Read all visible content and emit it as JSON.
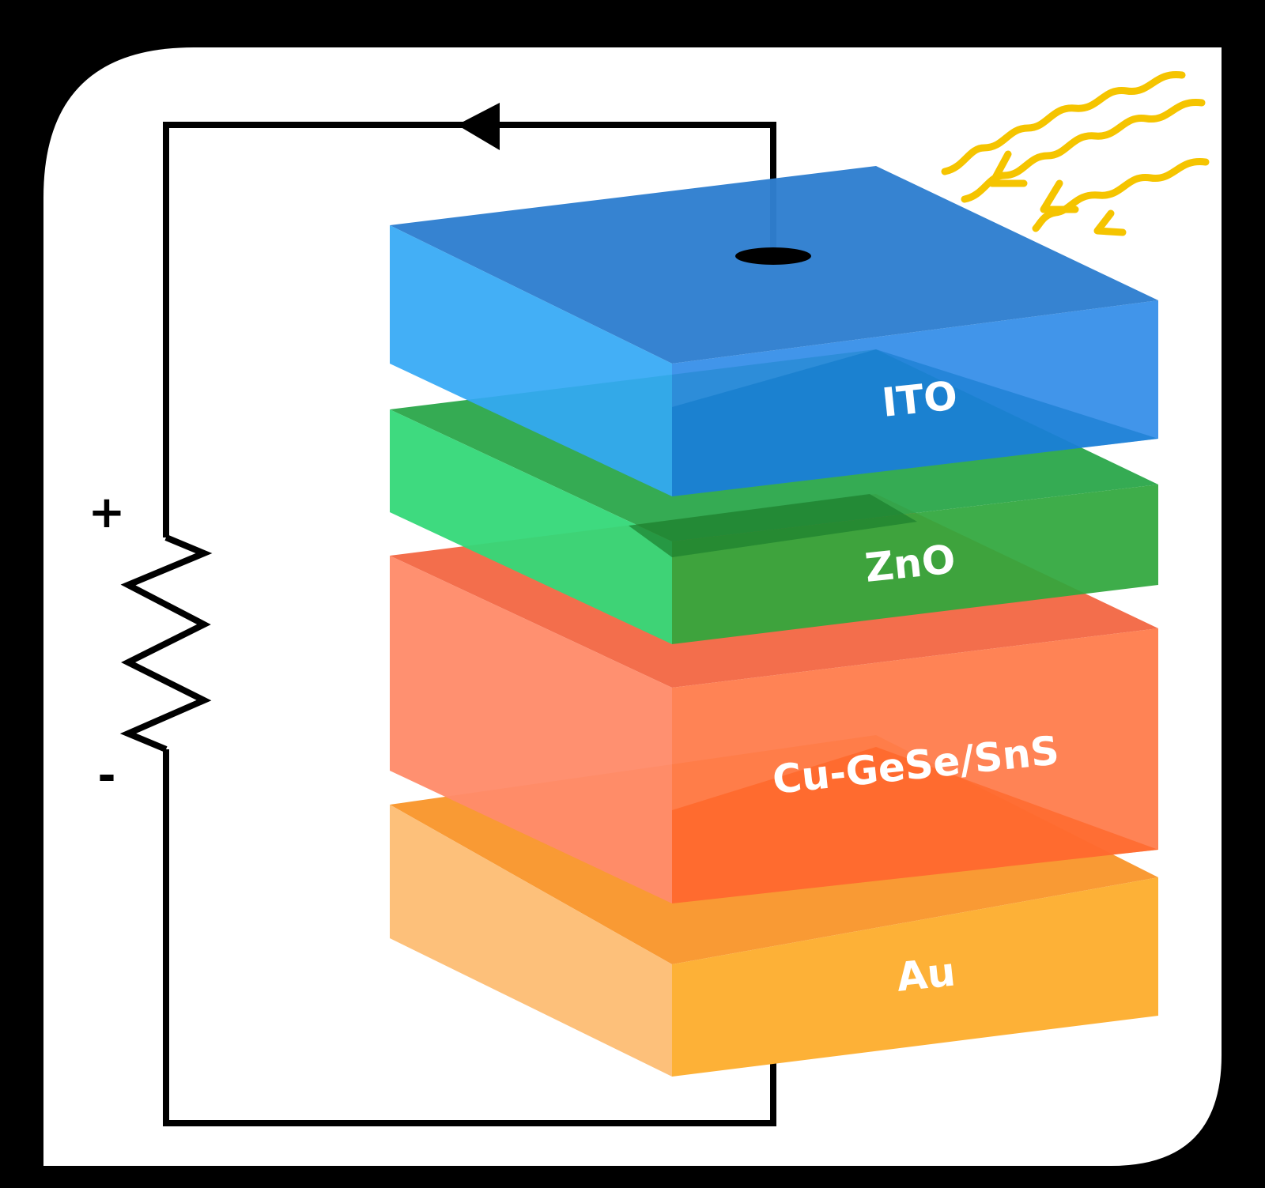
{
  "layers": [
    {
      "id": "ito",
      "label": "ITO",
      "color": "#2f8fe8"
    },
    {
      "id": "zno",
      "label": "ZnO",
      "color": "#34c45a"
    },
    {
      "id": "absorber",
      "label": "Cu-GeSe/SnS",
      "color": "#ff7b4a"
    },
    {
      "id": "au",
      "label": "Au",
      "color": "#fdb137"
    }
  ],
  "circuit": {
    "plus_sign": "+",
    "minus_sign": "-"
  },
  "colors": {
    "background": "#000000",
    "panel": "#ffffff",
    "wire": "#000000",
    "light_rays": "#f5c400"
  },
  "icons": [
    "light-rays-icon",
    "current-arrow-icon",
    "resistor-icon",
    "contact-dot-icon"
  ]
}
